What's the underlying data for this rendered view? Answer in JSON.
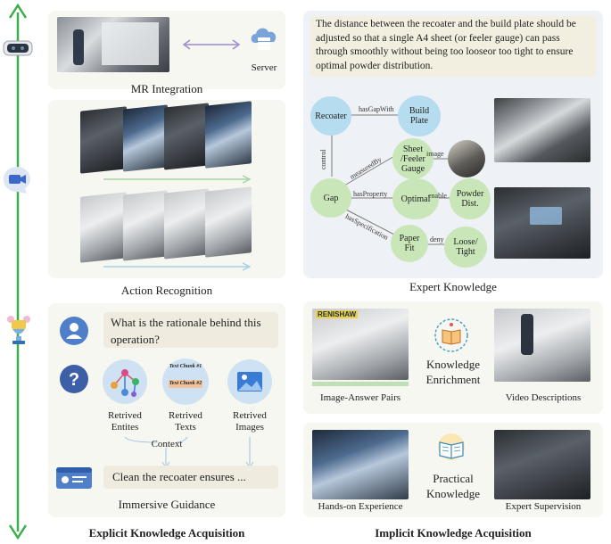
{
  "left": {
    "mr": {
      "caption": "MR Integration",
      "server_label": "Server"
    },
    "action": {
      "caption": "Action Recognition"
    },
    "guidance": {
      "question": "What is the rationale behind this operation?",
      "chunk1": "Text Chunk #1",
      "chunk2": "Text Chunk #2",
      "entities_label": "Retrived Entites",
      "texts_label": "Retrived Texts",
      "images_label": "Retrived Images",
      "context_label": "Context",
      "answer": "Clean the recoater ensures ...",
      "caption": "Immersive Guidance"
    },
    "footer": "Explicit Knowledge Acquisition"
  },
  "right": {
    "expert": {
      "statement": "The distance between the recoater and the build plate should be adjusted so that a single A4 sheet (or feeler gauge) can pass through smoothly without being too looseor too tight to ensure optimal powder distribution.",
      "nodes": {
        "recoater": "Recoater",
        "build_plate": "Build Plate",
        "sheet": "Sheet /Feeler Gauge",
        "gap": "Gap",
        "optimal": "Optimal",
        "powder": "Powder Dist.",
        "paper": "Paper Fit",
        "loose": "Loose/ Tight"
      },
      "edges": {
        "hasGapWith": "hasGapWith",
        "control": "control",
        "measuredBy": "measuredBy",
        "image": "image",
        "hasProperty": "hasProperty",
        "enable": "enable",
        "hasSpecification": "hasSpecification",
        "deny": "deny"
      },
      "caption": "Expert Knowledge"
    },
    "enrichment": {
      "brand": "RENISHAW",
      "title": "Knowledge Enrichment",
      "left_caption": "Image-Answer Pairs",
      "right_caption": "Video Descriptions"
    },
    "practical": {
      "title": "Practical Knowledge",
      "left_caption": "Hands-on Experience",
      "right_caption": "Expert Supervision"
    },
    "footer": "Implicit Knowledge Acquisition"
  },
  "colors": {
    "arrow": "#3cae4a",
    "node_blue": "#b6dcef",
    "node_green": "#c8e6b8",
    "panel": "#f7f7f2"
  }
}
